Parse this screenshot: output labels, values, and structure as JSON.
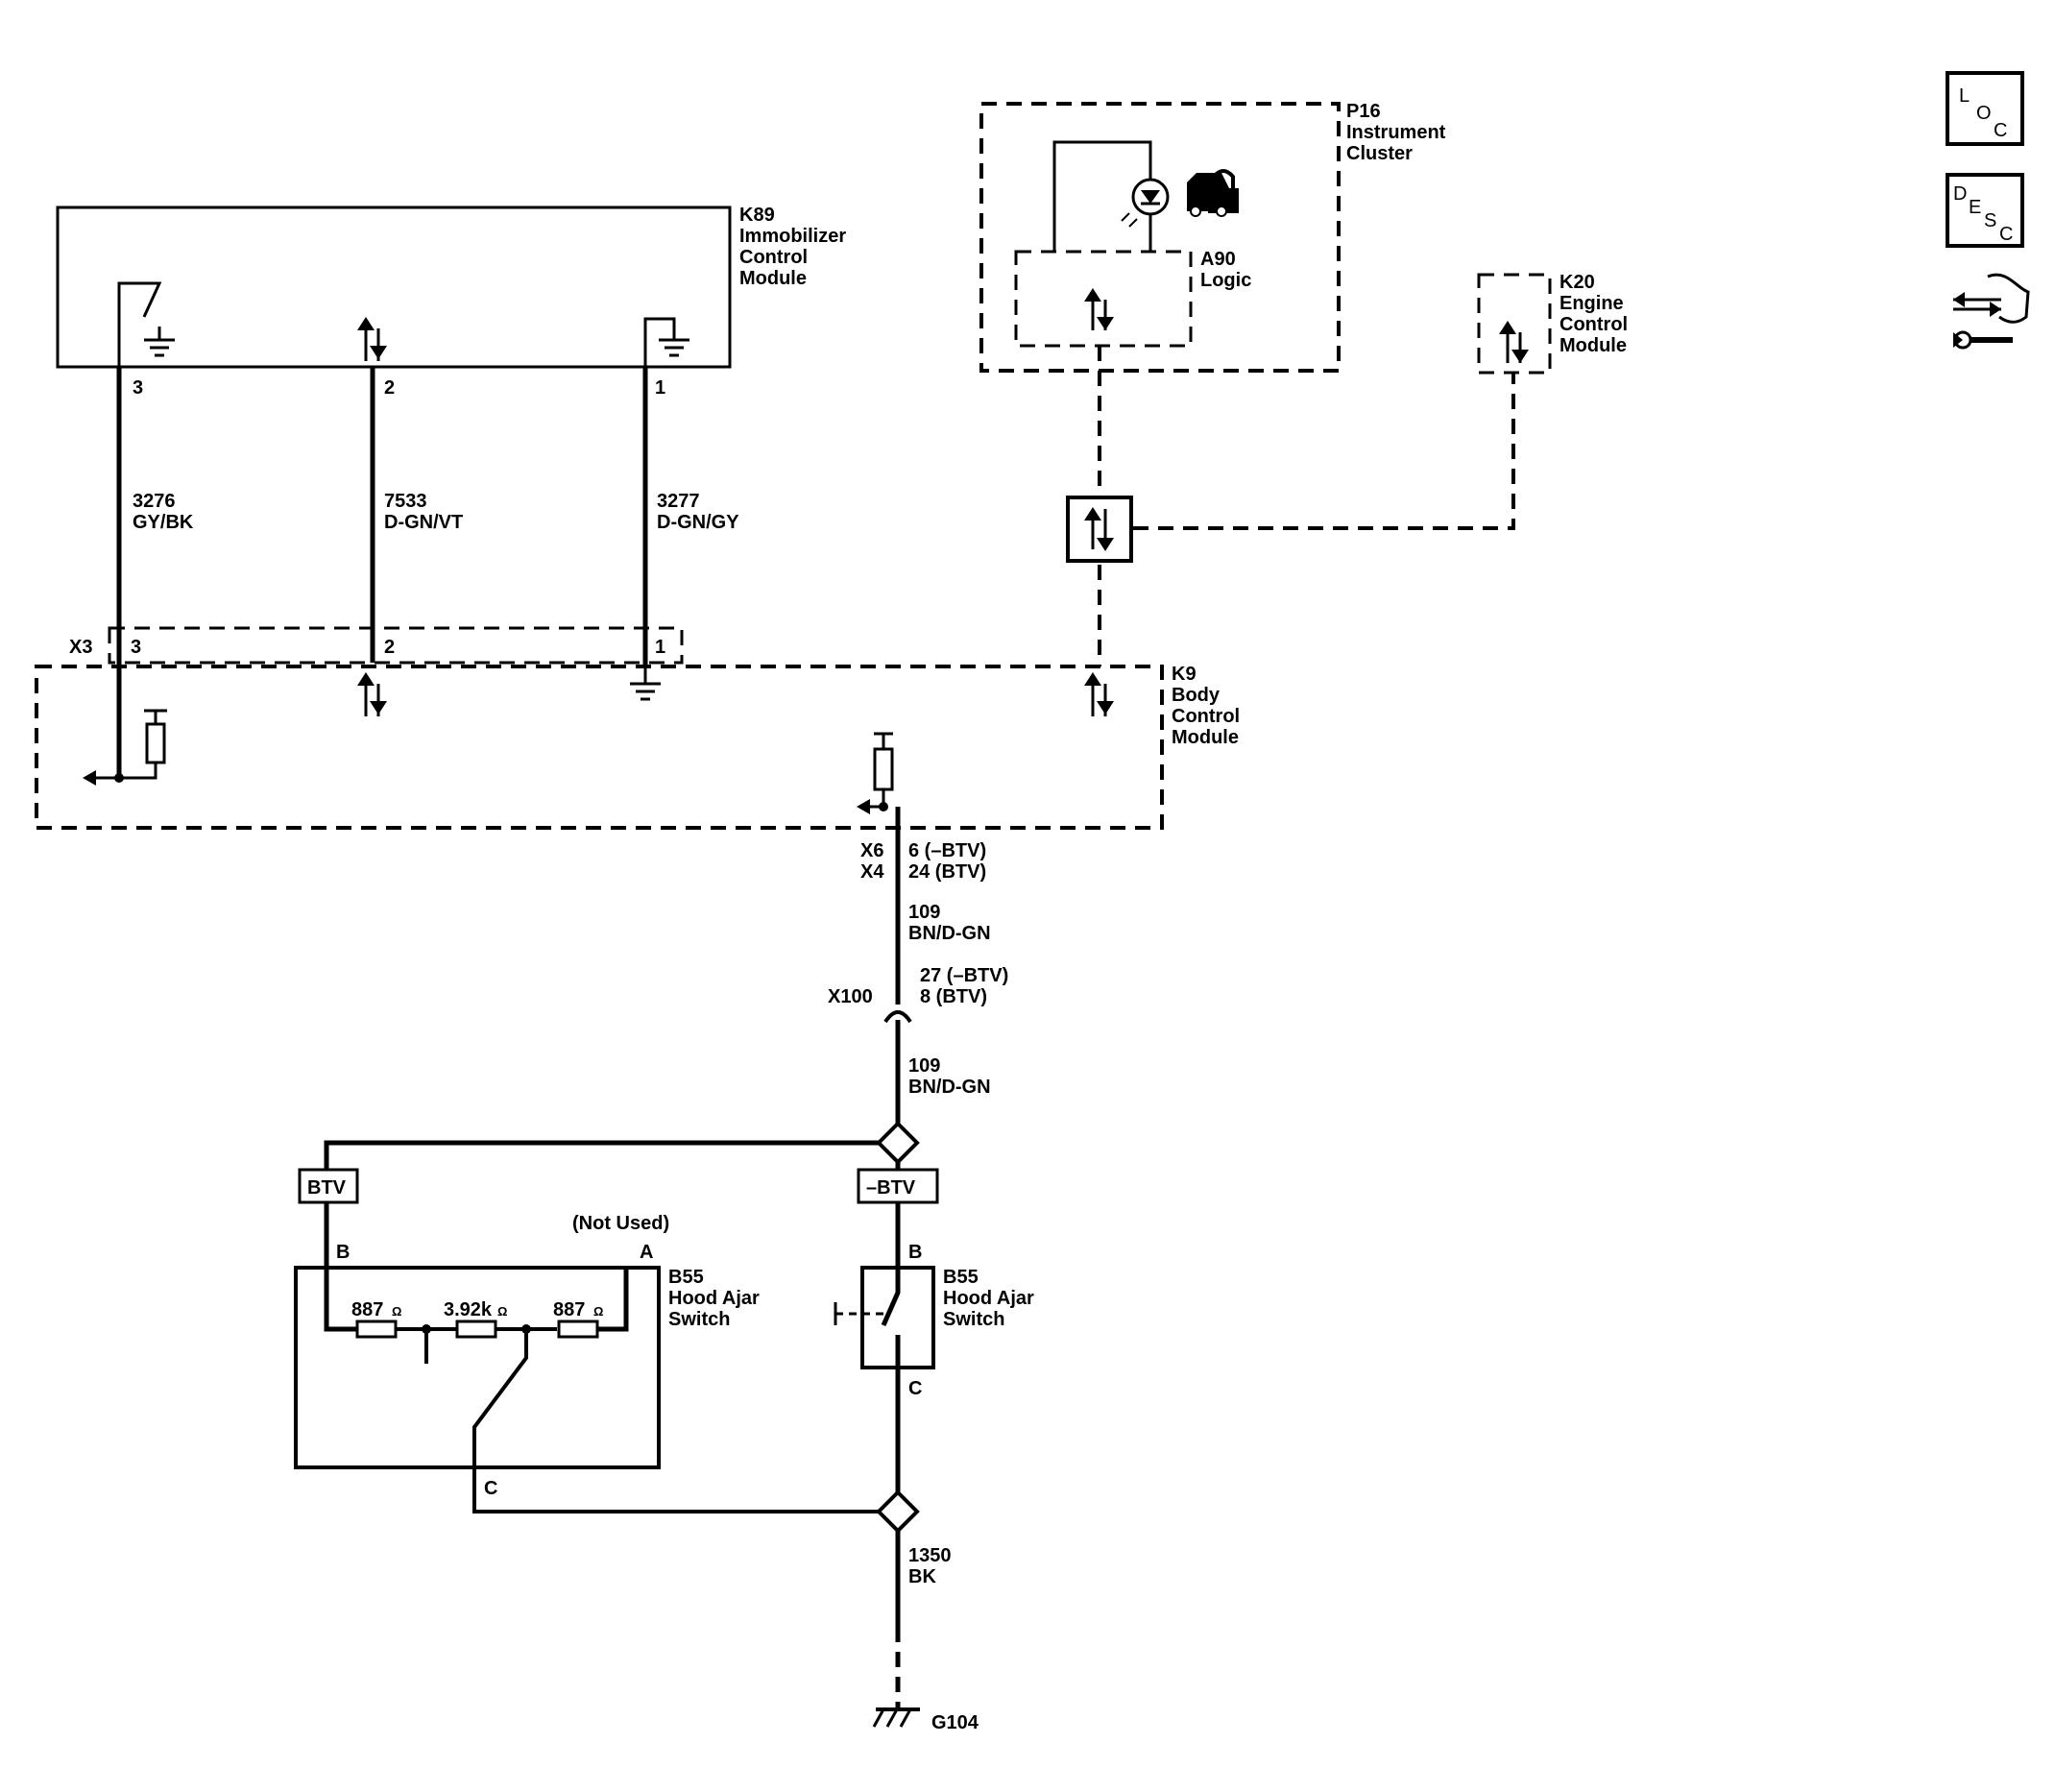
{
  "header_icons": {
    "loc": {
      "l": "L",
      "o": "O",
      "c": "C"
    },
    "desc": {
      "d": "D",
      "e": "E",
      "s": "S",
      "c": "C"
    }
  },
  "components": {
    "k89": {
      "lines": [
        "K89",
        "Immobilizer",
        "Control",
        "Module"
      ]
    },
    "p16": {
      "lines": [
        "P16",
        "Instrument",
        "Cluster"
      ]
    },
    "a90": {
      "lines": [
        "A90",
        "Logic"
      ]
    },
    "k20": {
      "lines": [
        "K20",
        "Engine",
        "Control",
        "Module"
      ]
    },
    "k9": {
      "lines": [
        "K9",
        "Body",
        "Control",
        "Module"
      ]
    },
    "b55_left": {
      "lines": [
        "B55",
        "Hood Ajar",
        "Switch"
      ]
    },
    "b55_right": {
      "lines": [
        "B55",
        "Hood Ajar",
        "Switch"
      ]
    }
  },
  "pins": {
    "k89": [
      "3",
      "2",
      "1"
    ],
    "x3": [
      "3",
      "2",
      "1"
    ],
    "b55_left_b": "B",
    "b55_left_a": "A",
    "b55_left_c": "C",
    "b55_right_b": "B",
    "b55_right_c": "C"
  },
  "wires": {
    "w3276": {
      "circuit": "3276",
      "color": "GY/BK"
    },
    "w7533": {
      "circuit": "7533",
      "color": "D-GN/VT"
    },
    "w3277": {
      "circuit": "3277",
      "color": "D-GN/GY"
    },
    "w109_upper": {
      "circuit": "109",
      "color": "BN/D-GN"
    },
    "w109_lower": {
      "circuit": "109",
      "color": "BN/D-GN"
    },
    "w1350": {
      "circuit": "1350",
      "color": "BK"
    }
  },
  "connectors": {
    "x3": "X3",
    "x6": "X6",
    "x6_pin": "6 (–BTV)",
    "x4": "X4",
    "x4_pin": "24 (BTV)",
    "x100": "X100",
    "x100_pin1": "27 (–BTV)",
    "x100_pin2": "8 (BTV)"
  },
  "options": {
    "btv": "BTV",
    "neg_btv": "–BTV"
  },
  "not_used": "(Not Used)",
  "resistors": {
    "r1": "887",
    "r2": "3.92k",
    "r3": "887",
    "unit": "Ω"
  },
  "ground": "G104"
}
